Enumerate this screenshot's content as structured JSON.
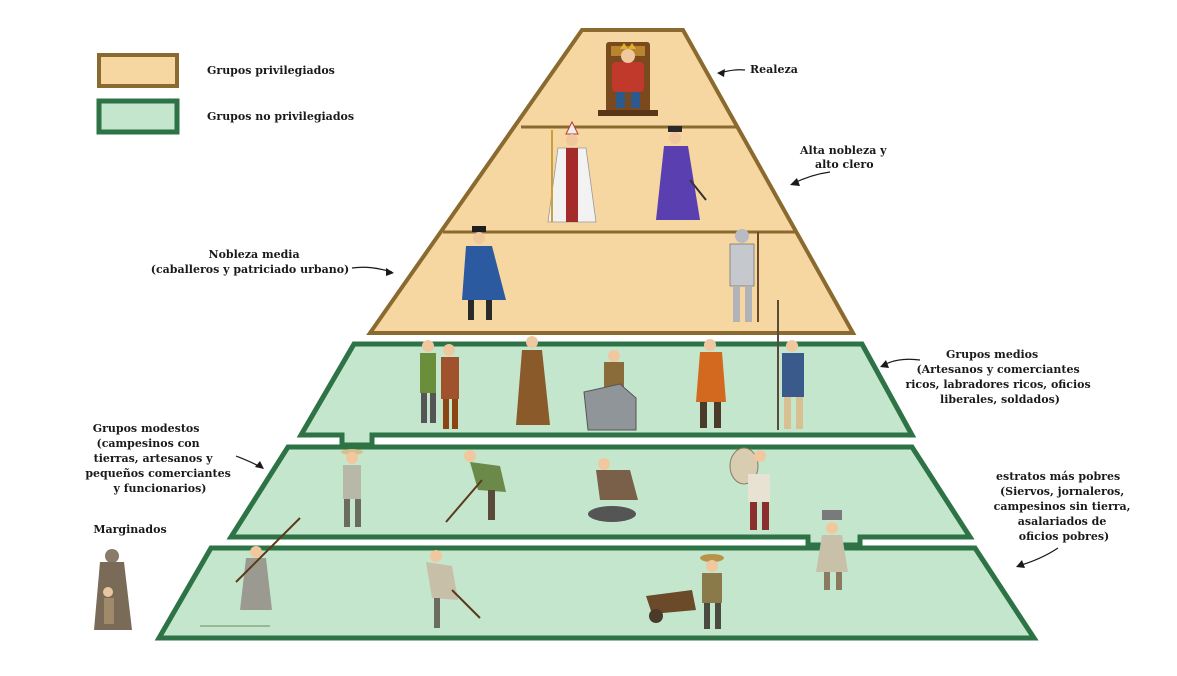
{
  "legend": {
    "items": [
      {
        "label": "Grupos privilegiados",
        "fill": "#f6d7a1",
        "stroke": "#8a6a2e"
      },
      {
        "label": "Grupos no privilegiados",
        "fill": "#c4e6cd",
        "stroke": "#2d7345"
      }
    ]
  },
  "labels": {
    "realeza": [
      "Realeza"
    ],
    "alta_nobleza": [
      "Alta nobleza y",
      "alto clero"
    ],
    "nobleza_media": [
      "Nobleza media",
      "(caballeros y patriciado urbano)"
    ],
    "grupos_medios": [
      "Grupos medios",
      "(Artesanos y comerciantes",
      "ricos, labradores ricos, oficios",
      "liberales, soldados)"
    ],
    "grupos_modestos": [
      "Grupos modestos",
      "(campesinos con",
      "tierras, artesanos y",
      "pequeños comerciantes",
      "y funcionarios)"
    ],
    "marginados": [
      "Marginados"
    ],
    "estratos_pobres": [
      "estratos más pobres",
      "(Siervos, jornaleros,",
      "campesinos sin tierra,",
      "asalariados de",
      "oficios pobres)"
    ]
  },
  "colors": {
    "privileged_fill": "#f6d7a1",
    "privileged_stroke": "#8a6a2e",
    "nonprivileged_fill": "#c4e6cd",
    "nonprivileged_stroke": "#2d7345"
  },
  "figures": {
    "realeza": [
      "king"
    ],
    "alta_nobleza": [
      "bishop",
      "noble"
    ],
    "nobleza_media": [
      "patrician",
      "knight"
    ],
    "grupos_medios": [
      "merchants",
      "monk",
      "mason",
      "craftsman",
      "soldier"
    ],
    "grupos_modestos": [
      "peasant",
      "farmer-hoeing",
      "stone-cutter",
      "porter"
    ],
    "estratos_pobres": [
      "worker-carrying",
      "laborer-raking",
      "laborer-digging",
      "wheelbarrow-worker"
    ],
    "marginados": [
      "beggar-woman"
    ]
  }
}
